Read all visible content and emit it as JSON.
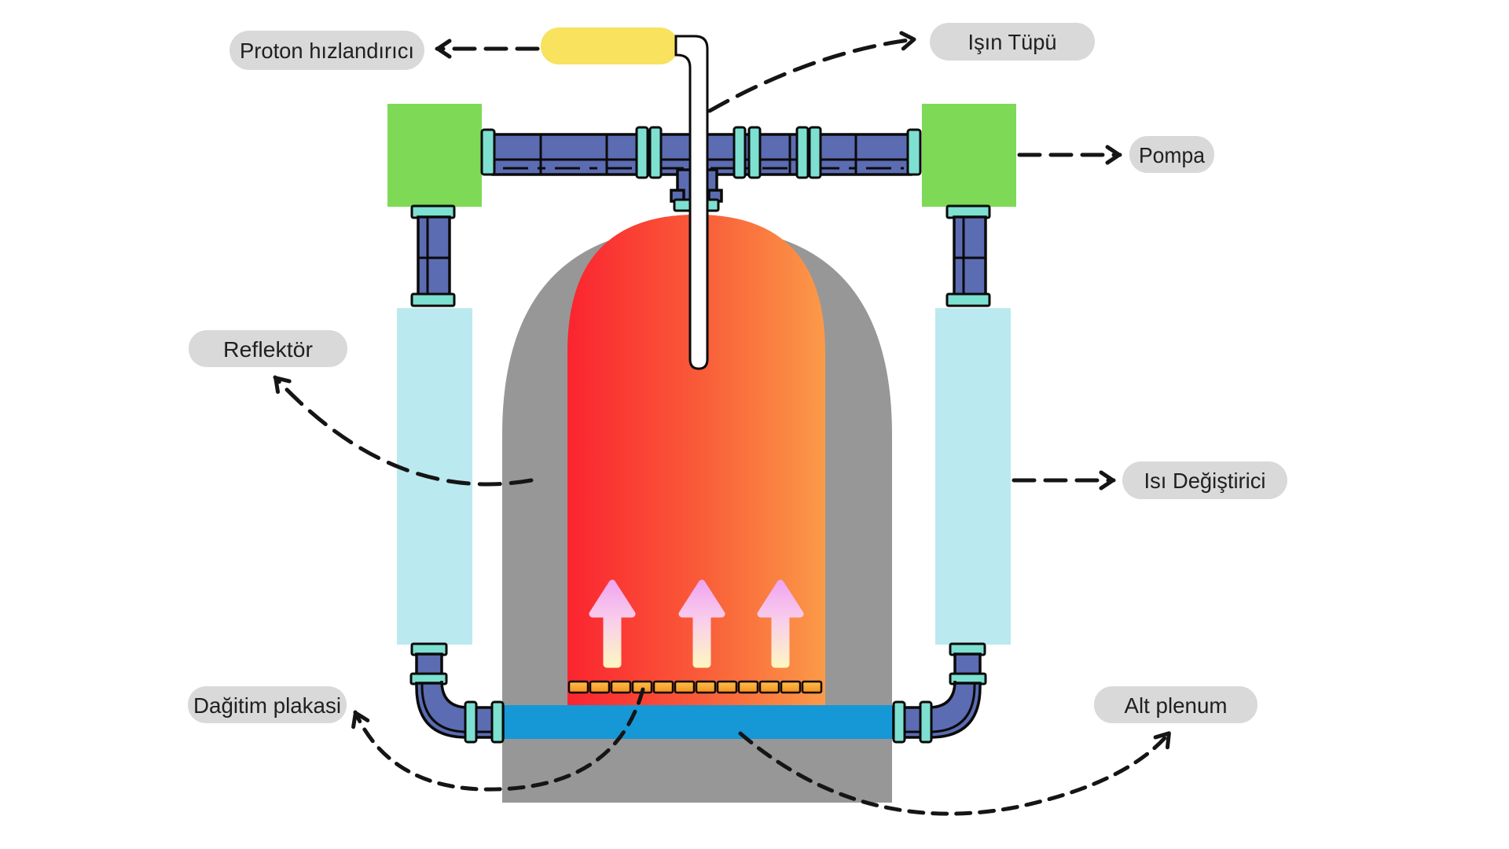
{
  "diagram_title": "Accelerator-driven reactor schematic (Turkish labels)",
  "labels": {
    "proton_accelerator": {
      "text": "Proton hızlandırıcı"
    },
    "beam_tube": {
      "text": "Işın Tüpü"
    },
    "pump": {
      "text": "Pompa"
    },
    "reflector": {
      "text": "Reflektör"
    },
    "heat_exchanger": {
      "text": "Isı Değiştirici"
    },
    "distribution_plate": {
      "text": "Dağitim plakasi"
    },
    "lower_plenum": {
      "text": "Alt plenum"
    }
  },
  "colors": {
    "ink": "#151515",
    "pill": "#d9d9d9",
    "text": "#202020",
    "green": "#7ed957",
    "pipe": "#5c6cb2",
    "outline": "#0a0a0a",
    "flange": "#7ee0d0",
    "column": "#bae9ef",
    "dome": "#979797",
    "core_left": "#fb2430",
    "core_mid": "#f95a38",
    "core_right": "#fb9a48",
    "capsule": "#f8e25e",
    "bar": "#1697d6",
    "plate_top": "#fdbf4b",
    "plate_bottom": "#f78f20",
    "tube": "#ffffff",
    "arrow_top": "#f1a7ef",
    "arrow_mid": "#f9cdec",
    "arrow_bottom": "#fdf4c4"
  }
}
